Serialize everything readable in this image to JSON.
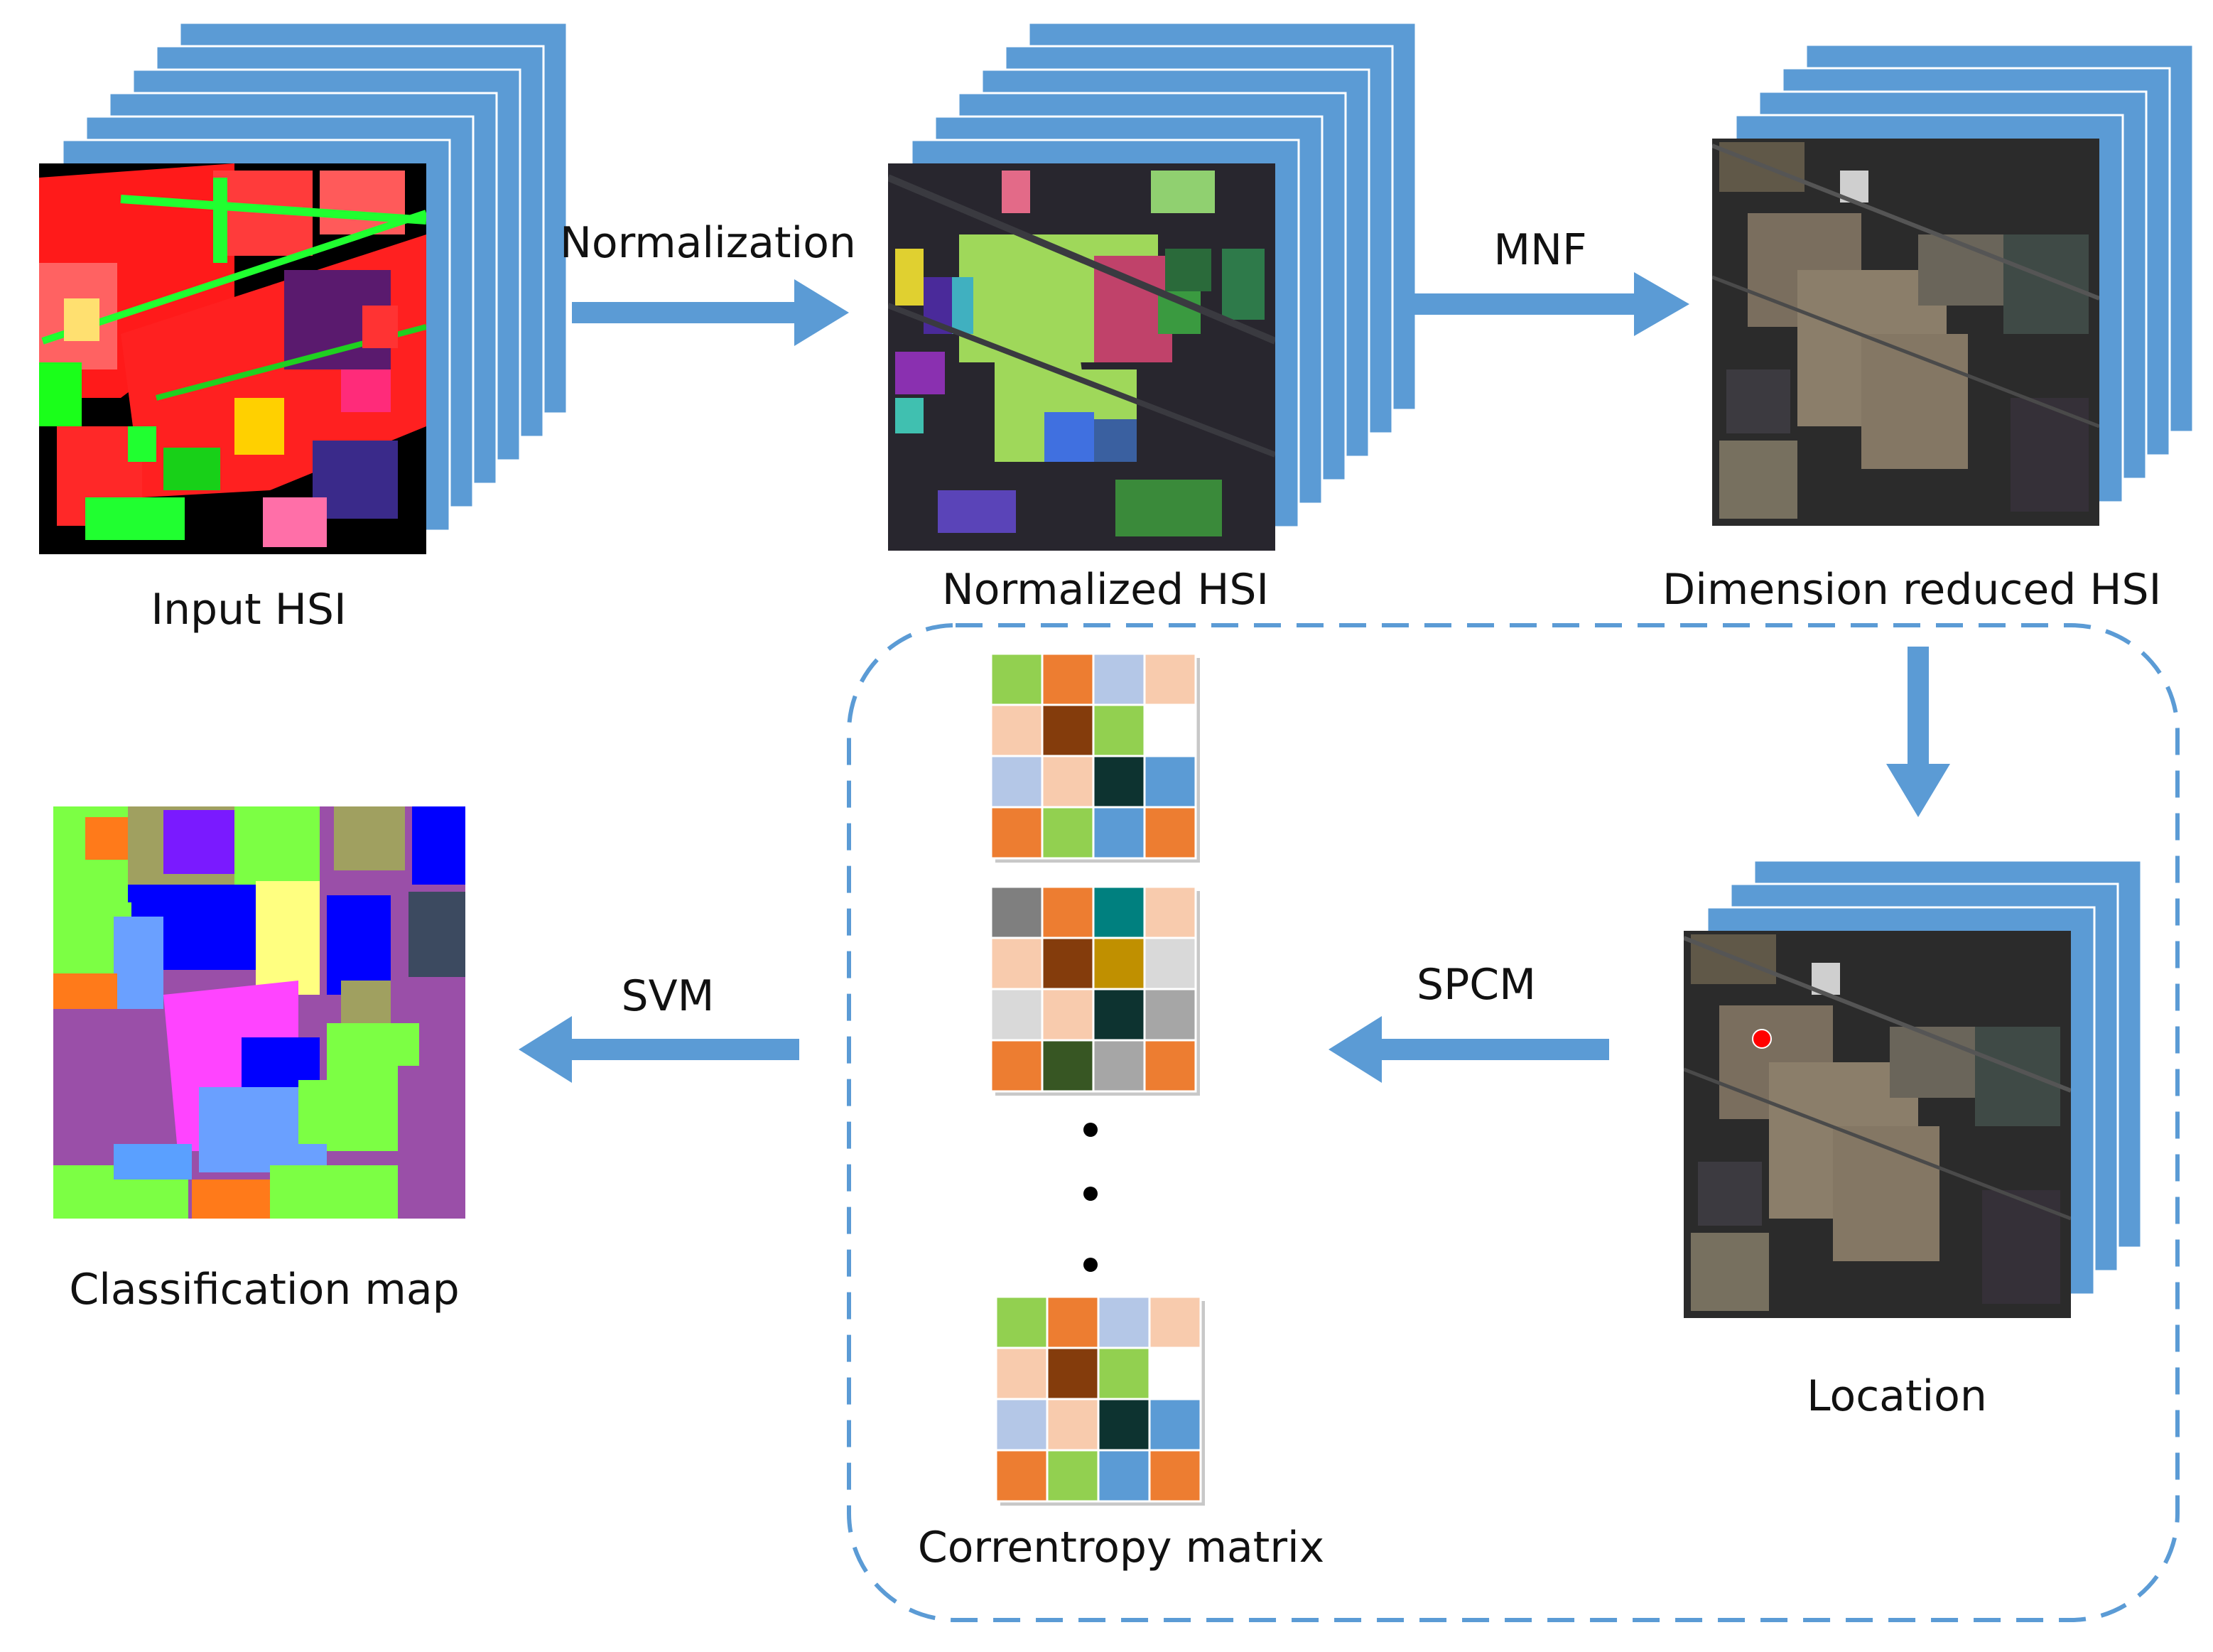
{
  "labels": {
    "input_hsi": "Input HSI",
    "normalization": "Normalization",
    "normalized_hsi": "Normalized HSI",
    "mnf": "MNF",
    "dimension_reduced_hsi": "Dimension reduced  HSI",
    "location": "Location",
    "spcm": "SPCM",
    "correntropy_matrix": "Correntropy matrix",
    "svm": "SVM",
    "classification_map": "Classification map"
  },
  "colors": {
    "arrow": "#5b9bd5",
    "layer_fill": "#5b9bd5",
    "layer_edge": "#ffffff",
    "dashed_box": "#5b9bd5",
    "location_marker": "#ff0000"
  },
  "matrices": {
    "top": [
      [
        "#92d050",
        "#ed7d31",
        "#b4c7e7",
        "#f8cbad"
      ],
      [
        "#f8cbad",
        "#843c0c",
        "#92d050",
        "#ffffff"
      ],
      [
        "#b4c7e7",
        "#f8cbad",
        "#0d3330",
        "#5b9bd5"
      ],
      [
        "#ed7d31",
        "#92d050",
        "#5b9bd5",
        "#ed7d31"
      ]
    ],
    "middle": [
      [
        "#7f7f7f",
        "#ed7d31",
        "#00807f",
        "#f8cbad"
      ],
      [
        "#f8cbad",
        "#843c0c",
        "#c09000",
        "#d9d9d9"
      ],
      [
        "#d9d9d9",
        "#f8cbad",
        "#0d3330",
        "#a6a6a6"
      ],
      [
        "#ed7d31",
        "#375623",
        "#a6a6a6",
        "#ed7d31"
      ]
    ],
    "bottom": [
      [
        "#92d050",
        "#ed7d31",
        "#b4c7e7",
        "#f8cbad"
      ],
      [
        "#f8cbad",
        "#843c0c",
        "#92d050",
        "#ffffff"
      ],
      [
        "#b4c7e7",
        "#f8cbad",
        "#0d3330",
        "#5b9bd5"
      ],
      [
        "#ed7d31",
        "#92d050",
        "#5b9bd5",
        "#ed7d31"
      ]
    ]
  }
}
